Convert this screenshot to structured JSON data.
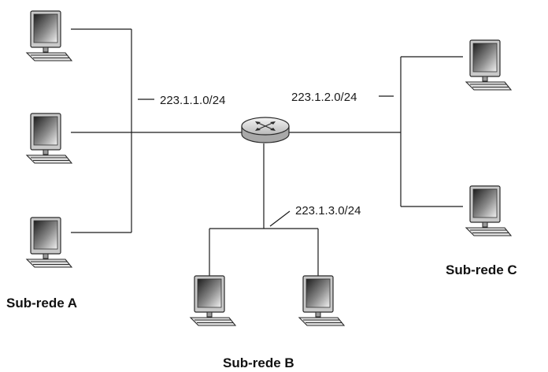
{
  "subnets": {
    "a": {
      "address": "223.1.1.0/24",
      "title": "Sub-rede A"
    },
    "b": {
      "address": "223.1.3.0/24",
      "title": "Sub-rede B"
    },
    "c": {
      "address": "223.1.2.0/24",
      "title": "Sub-rede C"
    }
  },
  "icons": {
    "computer": "desktop-computer-icon",
    "router": "router-icon"
  }
}
